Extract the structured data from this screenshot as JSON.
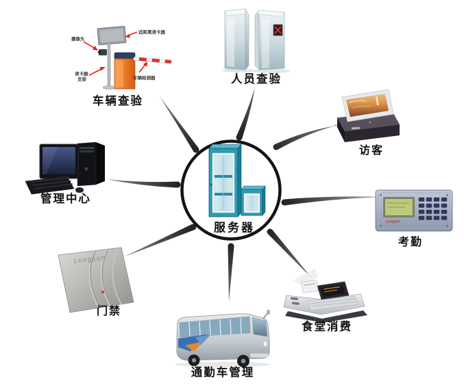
{
  "center": {
    "label": "服务器"
  },
  "nodes": {
    "vehicle": {
      "label": "车辆查验"
    },
    "personnel": {
      "label": "人员查验"
    },
    "visitor": {
      "label": "访客"
    },
    "attendance": {
      "label": "考勤",
      "brand": "Longsun"
    },
    "canteen": {
      "label": "食堂消费"
    },
    "bus": {
      "label": "通勤车管理"
    },
    "access": {
      "label": "门禁",
      "brand": "Longsun"
    },
    "management": {
      "label": "管理中心"
    }
  },
  "vehicle_annotations": {
    "long_range_reader": "远距离读卡器",
    "camera": "摄像头",
    "bracket_line1": "读卡器",
    "bracket_line2": "支架",
    "detector": "车辆检测器"
  },
  "colors": {
    "background": "#ffffff",
    "circle_stroke": "#141414",
    "connector_dark": "#1a1a1a",
    "connector_light": "#909090",
    "label_text": "#111111",
    "annotation_arrow": "#e32119",
    "barrier_orange": "#ef7f2e",
    "server_teal": "#2b9cb5",
    "lcd_green": "#bacb7d"
  }
}
